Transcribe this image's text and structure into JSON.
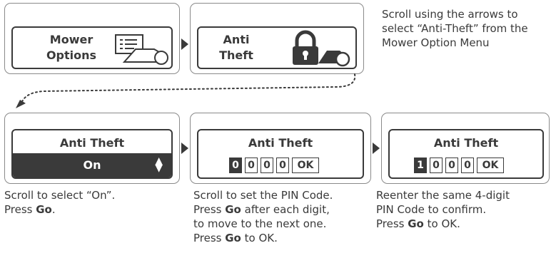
{
  "steps_top": [
    {
      "label": "Mower Options"
    },
    {
      "label": "Anti Theft"
    }
  ],
  "instruction_top": "Scroll using the arrows to select “Anti-Theft” from the Mower Option Menu",
  "screens": {
    "theft_on": {
      "title": "Anti Theft",
      "value": "On"
    },
    "pin_entry": {
      "title": "Anti Theft",
      "digits": [
        "0",
        "0",
        "0",
        "0"
      ],
      "ok": "OK"
    },
    "pin_confirm": {
      "title": "Anti Theft",
      "digits": [
        "1",
        "0",
        "0",
        "0"
      ],
      "ok": "OK"
    }
  },
  "captions": {
    "c1_line1": "Scroll to select “On”.",
    "c1_press": "Press ",
    "c1_go": "Go",
    "c1_end": ".",
    "c2_line1": "Scroll to set the PIN Code.",
    "c2_press": "Press ",
    "c2_go": "Go",
    "c2_rest": " after each digit,",
    "c2_line3": "to move to the next one.",
    "c2_press2": "Press ",
    "c2_go2": "Go",
    "c2_end": " to OK.",
    "c3_line1": "Reenter the same 4-digit",
    "c3_line2": "PIN Code to confirm.",
    "c3_press": "Press ",
    "c3_go": "Go",
    "c3_end": " to OK."
  }
}
